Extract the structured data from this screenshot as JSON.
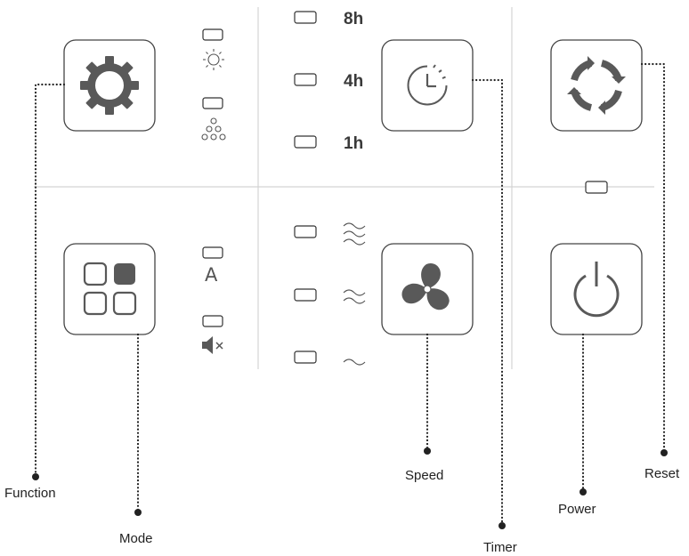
{
  "timer": {
    "h8": "8h",
    "h4": "4h",
    "h1": "1h"
  },
  "mode": {
    "auto_letter": "A"
  },
  "labels": {
    "function": "Function",
    "mode": "Mode",
    "speed": "Speed",
    "timer": "Timer",
    "power": "Power",
    "reset": "Reset"
  },
  "icons": {
    "function_button": "gear-icon",
    "mode_button": "grid-icon",
    "timer_button": "clock-icon",
    "speed_button": "fan-icon",
    "reset_button": "refresh-icon",
    "power_button": "power-icon",
    "function_indicators": [
      "sun-icon",
      "ionizer-icon"
    ],
    "mode_indicators": [
      "auto-icon",
      "mute-icon"
    ],
    "speed_indicators": [
      "speed-high-icon",
      "speed-medium-icon",
      "speed-low-icon"
    ]
  },
  "colors": {
    "icon": "#595959",
    "outline": "#444444",
    "leader": "#222222",
    "separator": "#d4d4d4"
  }
}
